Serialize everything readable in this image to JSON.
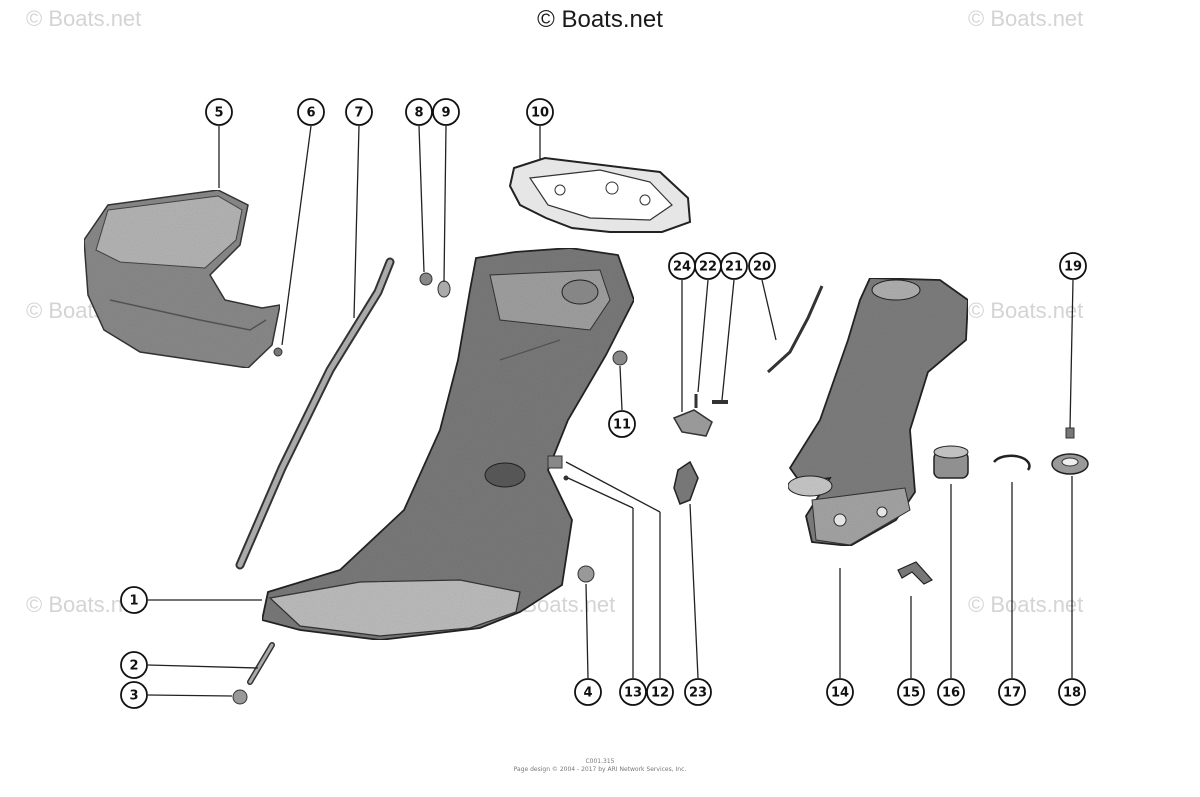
{
  "watermark": {
    "main": "© Boats.net",
    "repeat": "© Boats.net"
  },
  "callouts": [
    {
      "id": "1",
      "label": "1"
    },
    {
      "id": "2",
      "label": "2"
    },
    {
      "id": "3",
      "label": "3"
    },
    {
      "id": "4",
      "label": "4"
    },
    {
      "id": "5",
      "label": "5"
    },
    {
      "id": "6",
      "label": "6"
    },
    {
      "id": "7",
      "label": "7"
    },
    {
      "id": "8",
      "label": "8"
    },
    {
      "id": "9",
      "label": "9"
    },
    {
      "id": "10",
      "label": "10"
    },
    {
      "id": "11",
      "label": "11"
    },
    {
      "id": "12",
      "label": "12"
    },
    {
      "id": "13",
      "label": "13"
    },
    {
      "id": "14",
      "label": "14"
    },
    {
      "id": "15",
      "label": "15"
    },
    {
      "id": "16",
      "label": "16"
    },
    {
      "id": "17",
      "label": "17"
    },
    {
      "id": "18",
      "label": "18"
    },
    {
      "id": "19",
      "label": "19"
    },
    {
      "id": "20",
      "label": "20"
    },
    {
      "id": "21",
      "label": "21"
    },
    {
      "id": "22",
      "label": "22"
    },
    {
      "id": "23",
      "label": "23"
    },
    {
      "id": "24",
      "label": "24"
    }
  ],
  "footer": {
    "line1": "C001.315",
    "line2": "Page design © 2004 - 2017 by ARI Network Services, Inc."
  }
}
